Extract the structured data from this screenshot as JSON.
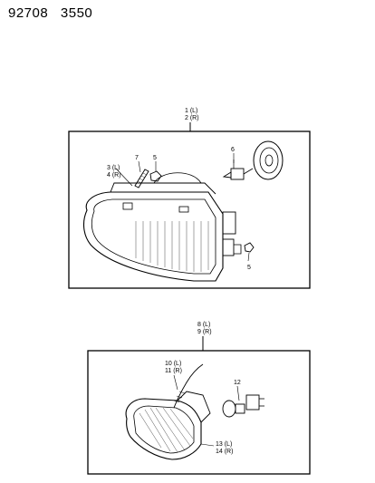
{
  "header": {
    "code_a": "92708",
    "code_b": "3550"
  },
  "colors": {
    "line": "#000000",
    "background": "#ffffff"
  },
  "upper": {
    "callout": {
      "line1": "1 (L)",
      "line2": "2 (R)"
    },
    "labels": {
      "l3": "3 (L)",
      "l4": "4 (R)",
      "l5a": "5",
      "l5b": "5",
      "l6": "6",
      "l7": "7"
    }
  },
  "lower": {
    "callout": {
      "line1": "8 (L)",
      "line2": "9 (R)"
    },
    "labels": {
      "l10": "10 (L)",
      "l11": "11 (R)",
      "l12": "12",
      "l13": "13 (L)",
      "l14": "14 (R)"
    }
  }
}
